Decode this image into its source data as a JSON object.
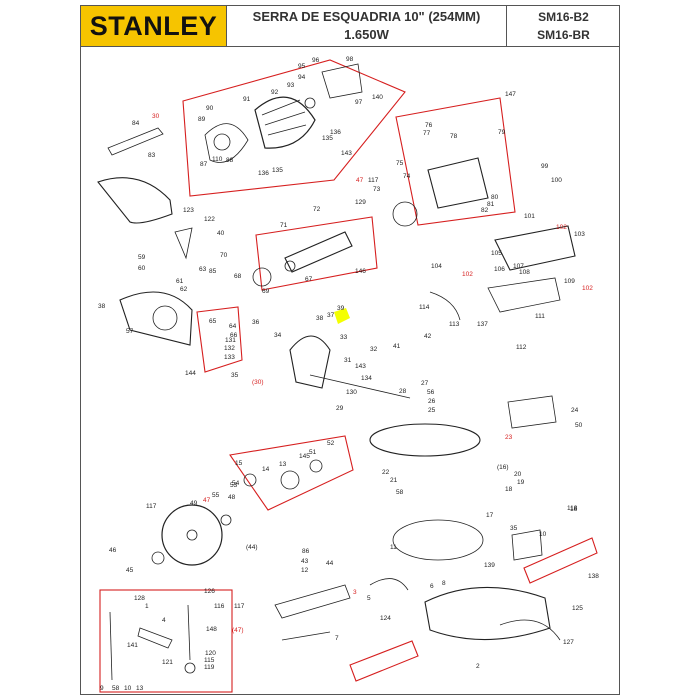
{
  "header": {
    "brand": "STANLEY",
    "title_line1": "SERRA DE ESQUADRIA 10\" (254MM)",
    "title_line2": "1.650W",
    "model_1": "SM16-B2",
    "model_2": "SM16-BR"
  },
  "colors": {
    "brand_yellow": "#f6c400",
    "group_outline": "#d61f1f",
    "highlight": "#f4ff00",
    "part_stroke": "#222222"
  },
  "part_labels": [
    {
      "text": "98"
    },
    {
      "text": "96"
    },
    {
      "text": "95"
    },
    {
      "text": "94"
    },
    {
      "text": "93"
    },
    {
      "text": "92"
    },
    {
      "text": "91"
    },
    {
      "text": "97"
    },
    {
      "text": "140"
    },
    {
      "text": "90"
    },
    {
      "text": "89"
    },
    {
      "text": "87"
    },
    {
      "text": "88"
    },
    {
      "text": "110"
    },
    {
      "text": "135"
    },
    {
      "text": "136"
    },
    {
      "text": "143"
    },
    {
      "text": "136"
    },
    {
      "text": "135"
    },
    {
      "text": "30",
      "red": true
    },
    {
      "text": "84"
    },
    {
      "text": "83"
    },
    {
      "text": "123"
    },
    {
      "text": "122"
    },
    {
      "text": "40"
    },
    {
      "text": "59"
    },
    {
      "text": "60"
    },
    {
      "text": "61"
    },
    {
      "text": "62"
    },
    {
      "text": "63"
    },
    {
      "text": "85"
    },
    {
      "text": "70"
    },
    {
      "text": "68"
    },
    {
      "text": "69"
    },
    {
      "text": "38"
    },
    {
      "text": "57"
    },
    {
      "text": "71"
    },
    {
      "text": "72"
    },
    {
      "text": "129"
    },
    {
      "text": "67"
    },
    {
      "text": "146"
    },
    {
      "text": "65"
    },
    {
      "text": "64"
    },
    {
      "text": "66"
    },
    {
      "text": "131"
    },
    {
      "text": "132"
    },
    {
      "text": "133"
    },
    {
      "text": "144"
    },
    {
      "text": "36"
    },
    {
      "text": "34"
    },
    {
      "text": "35"
    },
    {
      "text": "(30)",
      "red": true
    },
    {
      "text": "76"
    },
    {
      "text": "78"
    },
    {
      "text": "77"
    },
    {
      "text": "75"
    },
    {
      "text": "147"
    },
    {
      "text": "79"
    },
    {
      "text": "73"
    },
    {
      "text": "74"
    },
    {
      "text": "117"
    },
    {
      "text": "47",
      "red": true
    },
    {
      "text": "80"
    },
    {
      "text": "81"
    },
    {
      "text": "82"
    },
    {
      "text": "99"
    },
    {
      "text": "100"
    },
    {
      "text": "101"
    },
    {
      "text": "102",
      "red": true
    },
    {
      "text": "103"
    },
    {
      "text": "104"
    },
    {
      "text": "102",
      "red": true
    },
    {
      "text": "105"
    },
    {
      "text": "107"
    },
    {
      "text": "106"
    },
    {
      "text": "108"
    },
    {
      "text": "109"
    },
    {
      "text": "102",
      "red": true
    },
    {
      "text": "111"
    },
    {
      "text": "112"
    },
    {
      "text": "114"
    },
    {
      "text": "113"
    },
    {
      "text": "137"
    },
    {
      "text": "42"
    },
    {
      "text": "41"
    },
    {
      "text": "39"
    },
    {
      "text": "37"
    },
    {
      "text": "38"
    },
    {
      "text": "33"
    },
    {
      "text": "32"
    },
    {
      "text": "31"
    },
    {
      "text": "143"
    },
    {
      "text": "134"
    },
    {
      "text": "29"
    },
    {
      "text": "28"
    },
    {
      "text": "130"
    },
    {
      "text": "27"
    },
    {
      "text": "56"
    },
    {
      "text": "26"
    },
    {
      "text": "25"
    },
    {
      "text": "24"
    },
    {
      "text": "50"
    },
    {
      "text": "23",
      "red": true
    },
    {
      "text": "22"
    },
    {
      "text": "21"
    },
    {
      "text": "58"
    },
    {
      "text": "(16)"
    },
    {
      "text": "20"
    },
    {
      "text": "19"
    },
    {
      "text": "18"
    },
    {
      "text": "17"
    },
    {
      "text": "16"
    },
    {
      "text": "15"
    },
    {
      "text": "14"
    },
    {
      "text": "13"
    },
    {
      "text": "145"
    },
    {
      "text": "51"
    },
    {
      "text": "52"
    },
    {
      "text": "53"
    },
    {
      "text": "54"
    },
    {
      "text": "55"
    },
    {
      "text": "48"
    },
    {
      "text": "49"
    },
    {
      "text": "47",
      "red": true
    },
    {
      "text": "117"
    },
    {
      "text": "(44)"
    },
    {
      "text": "46"
    },
    {
      "text": "45"
    },
    {
      "text": "86"
    },
    {
      "text": "43"
    },
    {
      "text": "44"
    },
    {
      "text": "12"
    },
    {
      "text": "35"
    },
    {
      "text": "10"
    },
    {
      "text": "11"
    },
    {
      "text": "138"
    },
    {
      "text": "139"
    },
    {
      "text": "8"
    },
    {
      "text": "6"
    },
    {
      "text": "3",
      "red": true
    },
    {
      "text": "5"
    },
    {
      "text": "125"
    },
    {
      "text": "124"
    },
    {
      "text": "7"
    },
    {
      "text": "127"
    },
    {
      "text": "2"
    },
    {
      "text": "126"
    },
    {
      "text": "128"
    },
    {
      "text": "1"
    },
    {
      "text": "4"
    },
    {
      "text": "148"
    },
    {
      "text": "141"
    },
    {
      "text": "120"
    },
    {
      "text": "121"
    },
    {
      "text": "115"
    },
    {
      "text": "119"
    },
    {
      "text": "116"
    },
    {
      "text": "(47)",
      "red": true
    },
    {
      "text": "117"
    },
    {
      "text": "118"
    },
    {
      "text": "9"
    },
    {
      "text": "58"
    },
    {
      "text": "10"
    },
    {
      "text": "13"
    }
  ]
}
